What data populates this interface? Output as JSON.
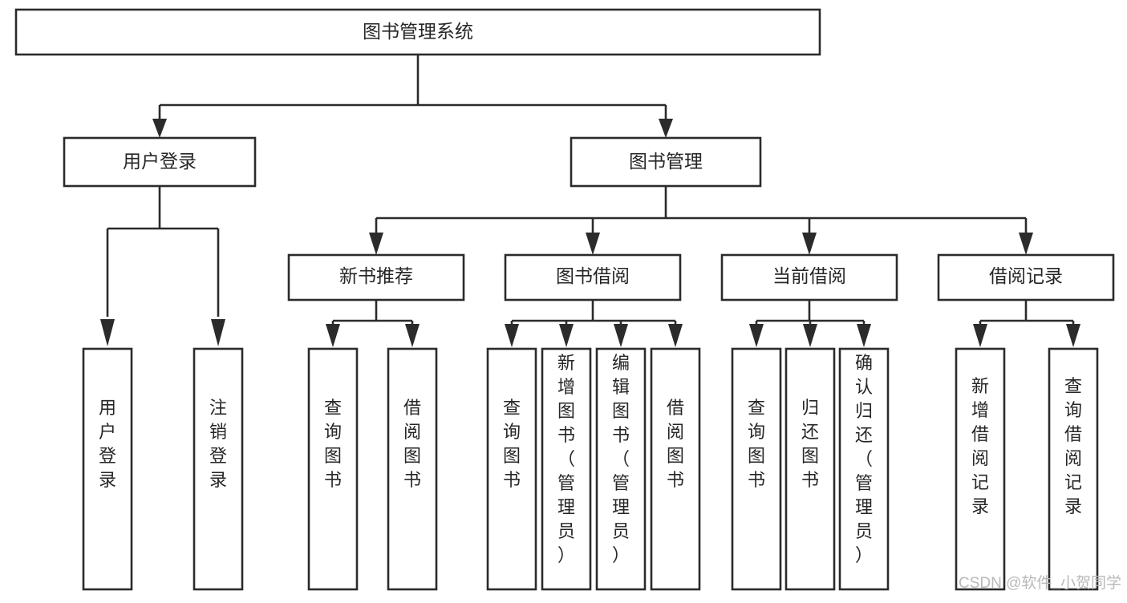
{
  "diagram": {
    "title": "图书管理系统",
    "type": "tree-hierarchy",
    "root": {
      "label": "图书管理系统"
    },
    "level2": [
      {
        "label": "用户登录"
      },
      {
        "label": "图书管理"
      }
    ],
    "level3": [
      {
        "label": "新书推荐"
      },
      {
        "label": "图书借阅"
      },
      {
        "label": "当前借阅"
      },
      {
        "label": "借阅记录"
      }
    ],
    "leaves": {
      "user_login": [
        {
          "label": "用户登录"
        },
        {
          "label": "注销登录"
        }
      ],
      "new_book_recommend": [
        {
          "label": "查询图书"
        },
        {
          "label": "借阅图书"
        }
      ],
      "book_borrow": [
        {
          "label": "查询图书"
        },
        {
          "label": "新增图书（管理员）"
        },
        {
          "label": "编辑图书（管理员）"
        },
        {
          "label": "借阅图书"
        }
      ],
      "current_borrow": [
        {
          "label": "查询图书"
        },
        {
          "label": "归还图书"
        },
        {
          "label": "确认归还（管理员）"
        }
      ],
      "borrow_record": [
        {
          "label": "新增借阅记录"
        },
        {
          "label": "查询借阅记录"
        }
      ]
    }
  },
  "watermark": {
    "text": "CSDN @软件_小贺同学"
  },
  "colors": {
    "stroke": "#2b2b2b",
    "box_fill": "#ffffff",
    "text": "#262626",
    "watermark": "#b9b9b9",
    "background": "#ffffff"
  }
}
